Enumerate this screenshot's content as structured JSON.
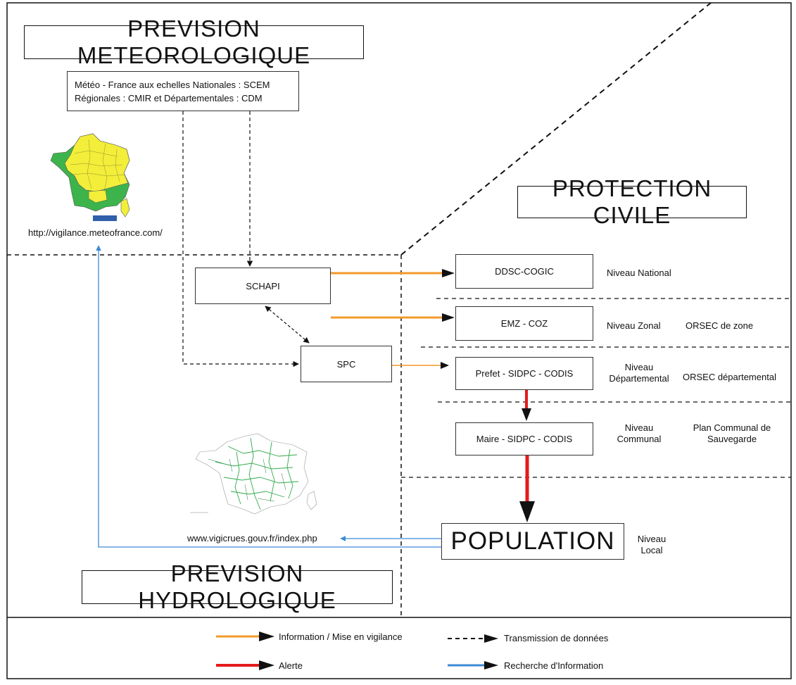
{
  "titles": {
    "meteo": "PREVISION METEOROLOGIQUE",
    "civile": "PROTECTION CIVILE",
    "hydro": "PREVISION HYDROLOGIQUE"
  },
  "meteo_source": {
    "line1": "Météo - France aux echelles Nationales : SCEM",
    "line2": "Régionales : CMIR et Départementales : CDM"
  },
  "nodes": {
    "schapi": "SCHAPI",
    "spc": "SPC",
    "ddsc": "DDSC-COGIC",
    "emz": "EMZ - COZ",
    "prefet": "Prefet - SIDPC - CODIS",
    "maire": "Maire - SIDPC - CODIS",
    "population": "POPULATION"
  },
  "urls": {
    "meteo": "http://vigilance.meteofrance.com/",
    "vigicrues": "www.vigicrues.gouv.fr/index.php"
  },
  "levels": {
    "national": "Niveau National",
    "zonal": "Niveau Zonal",
    "dept_1": "Niveau",
    "dept_2": "Départemental",
    "communal_1": "Niveau",
    "communal_2": "Communal",
    "local_1": "Niveau",
    "local_2": "Local"
  },
  "plans": {
    "zone": "ORSEC de zone",
    "dept": "ORSEC départemental",
    "pcs_1": "Plan Communal de",
    "pcs_2": "Sauvegarde"
  },
  "legend": {
    "info": "Information / Mise en vigilance",
    "transmission": "Transmission de données",
    "alerte": "Alerte",
    "recherche": "Recherche d'Information"
  },
  "colors": {
    "info": "#f39a2b",
    "alerte": "#e41b1b",
    "recherche": "#3d8ad6",
    "map_yellow": "#f2ee3a",
    "map_green": "#3cb44b",
    "rivers": "#2faa4a"
  }
}
